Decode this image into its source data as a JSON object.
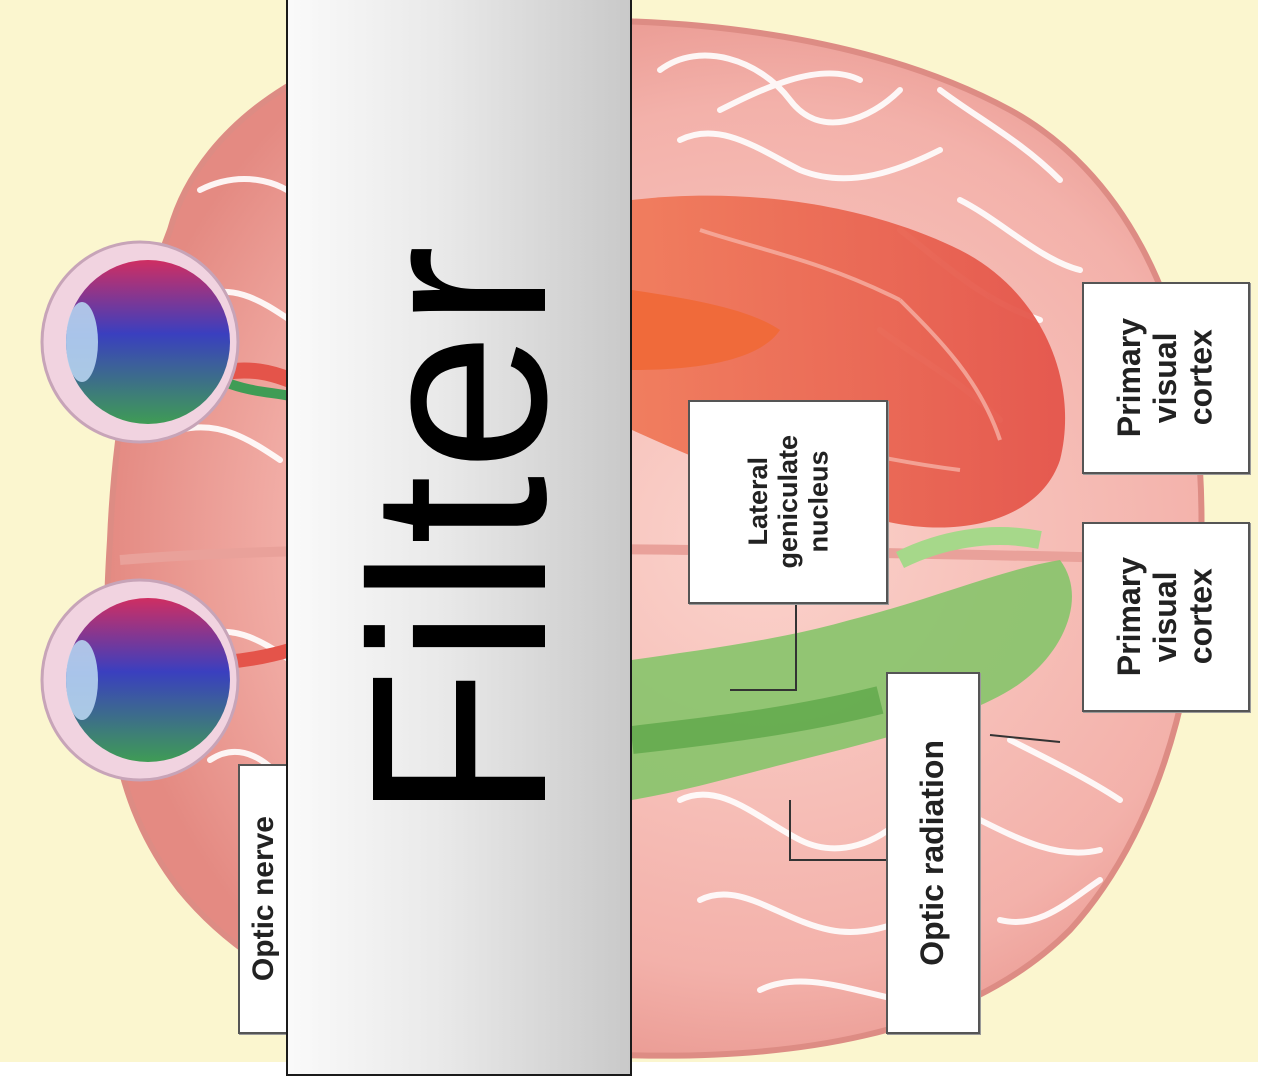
{
  "colors": {
    "background": "#fbf6cf",
    "brain": "#f3b1aa",
    "brain_outline": "#d97a72",
    "visual_pathway_red": "#e8584a",
    "visual_pathway_green": "#86c46a",
    "eye_iris": "#3a3fbf",
    "eye_top": "#cf2e62",
    "eye_bottom": "#3f9c55",
    "filter_panel": "#dcdcdc"
  },
  "overlay": {
    "filter_label": "Filter"
  },
  "labels": {
    "optic_nerve": "Optic nerve",
    "lateral_geniculate_nucleus": [
      "Lateral",
      "geniculate",
      "nucleus"
    ],
    "optic_radiation": "Optic radiation",
    "primary_visual_cortex_upper": [
      "Primary",
      "visual",
      "cortex"
    ],
    "primary_visual_cortex_lower": [
      "Primary",
      "visual",
      "cortex"
    ]
  },
  "icons": [
    "left-eye-icon",
    "right-eye-icon"
  ]
}
